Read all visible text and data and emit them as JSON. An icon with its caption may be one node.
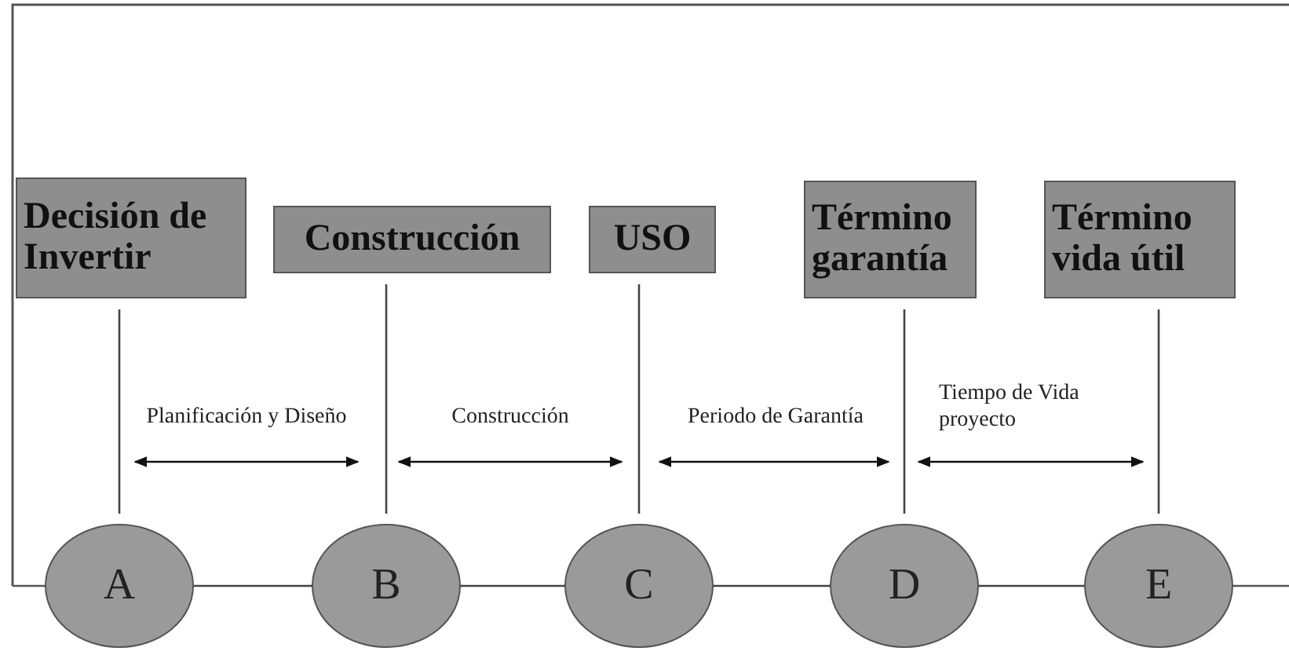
{
  "diagram": {
    "nodes": [
      {
        "text": [
          "Decisión de Invertir"
        ]
      },
      {
        "text": [
          "Construcción"
        ]
      },
      {
        "text": [
          "USO"
        ]
      },
      {
        "text": [
          "Término garantía"
        ]
      },
      {
        "text": [
          "Término vida útil"
        ]
      },
      {
        "text": [
          "A"
        ]
      },
      {
        "text": [
          "B"
        ]
      },
      {
        "text": [
          "C"
        ]
      },
      {
        "text": [
          "D"
        ]
      },
      {
        "text": [
          "E"
        ]
      }
    ],
    "edges": [
      {
        "from": 0,
        "to": 5,
        "arrow": "none"
      },
      {
        "from": 1,
        "to": 6,
        "arrow": "none"
      },
      {
        "from": 2,
        "to": 7,
        "arrow": "none"
      },
      {
        "from": 3,
        "to": 8,
        "arrow": "none"
      },
      {
        "from": 4,
        "to": 9,
        "arrow": "none"
      },
      {
        "from": 5,
        "to": 6,
        "arrow": "none"
      },
      {
        "from": 6,
        "to": 7,
        "arrow": "none"
      },
      {
        "from": 7,
        "to": 8,
        "arrow": "none"
      },
      {
        "from": 8,
        "to": 9,
        "arrow": "none"
      }
    ],
    "labels": [
      "Planificación y Diseño",
      "Construcción",
      "Periodo de Garantía",
      "Tiempo de Vida proyecto"
    ]
  }
}
